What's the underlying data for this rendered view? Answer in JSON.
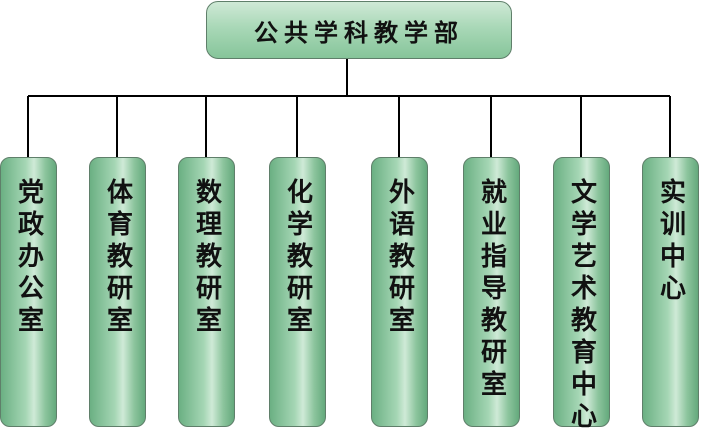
{
  "root": {
    "label": "公共学科教学部"
  },
  "children": [
    {
      "label": "党政办公室"
    },
    {
      "label": "体育教研室"
    },
    {
      "label": "数理教研室"
    },
    {
      "label": "化学教研室"
    },
    {
      "label": "外语教研室"
    },
    {
      "label": "就业指导教研室"
    },
    {
      "label": "文学艺术教育中心"
    },
    {
      "label": "实训中心"
    }
  ]
}
